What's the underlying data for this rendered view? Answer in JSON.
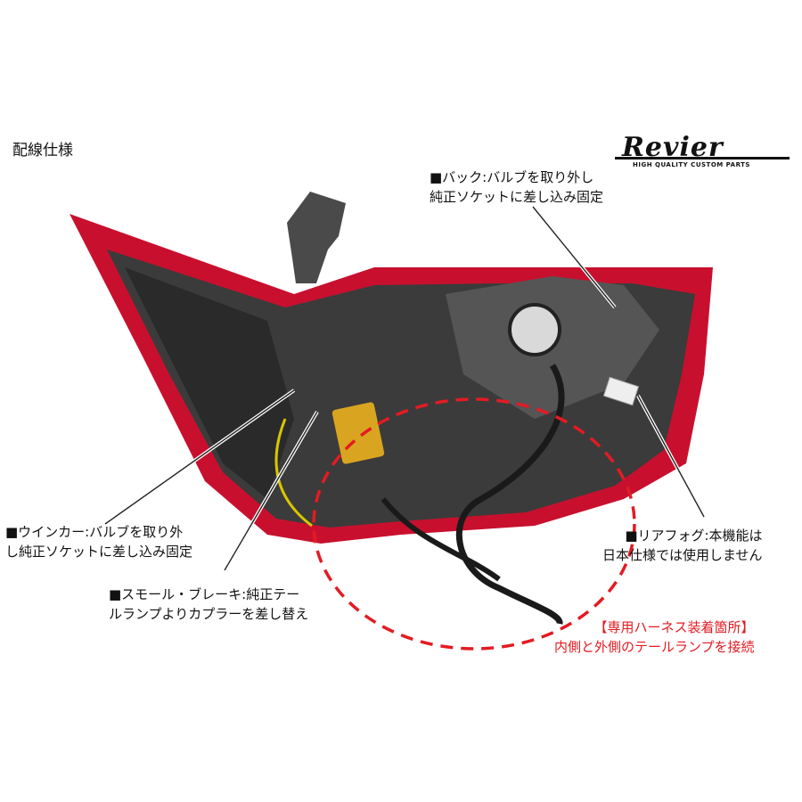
{
  "heading": "配線仕様",
  "logo": {
    "wordmark": "Revier",
    "tagline": "HIGH QUALITY CUSTOM PARTS"
  },
  "callouts": {
    "back": {
      "lines": [
        "■バック:バルブを取り外し",
        "純正ソケットに差し込み固定"
      ]
    },
    "winker": {
      "lines": [
        "■ウインカー:バルブを取り外",
        "し純正ソケットに差し込み固定"
      ]
    },
    "small_brake": {
      "lines": [
        "■スモール・ブレーキ:純正テー",
        "ルランプよりカプラーを差し替え"
      ]
    },
    "rear_fog": {
      "lines": [
        "■リアフォグ:本機能は",
        "日本仕様では使用しません"
      ]
    },
    "harness": {
      "lines": [
        "【専用ハーネス装着箇所】",
        "内側と外側のテールランプを接続"
      ]
    }
  },
  "colors": {
    "accent_red": "#e31b23",
    "lens_red": "#c8102e",
    "housing": "#3a3a3a"
  }
}
